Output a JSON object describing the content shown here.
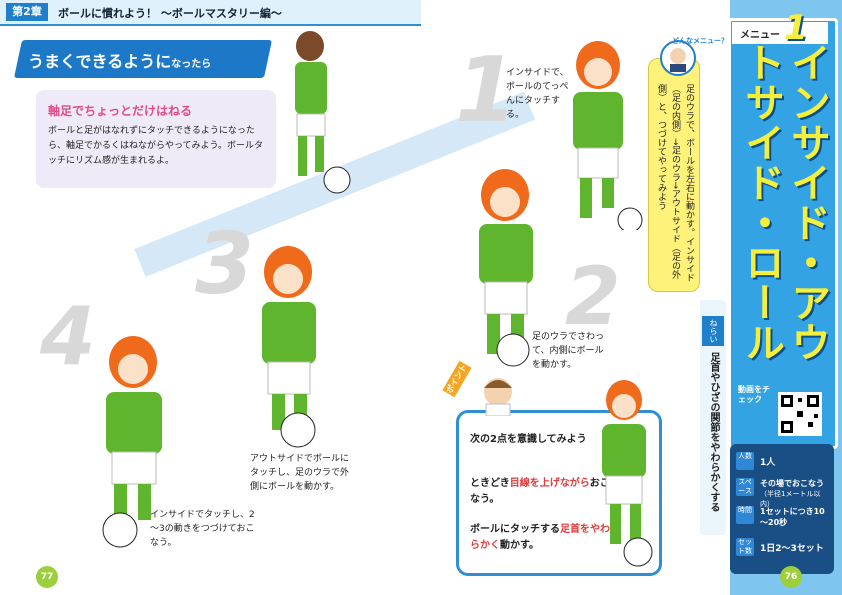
{
  "header": {
    "chapter": "第2章",
    "title": "ボールに慣れよう！ ～ボールマスタリー編～"
  },
  "ribbon": {
    "main": "うまくできるように",
    "small": "なったら"
  },
  "tip": {
    "heading": "軸足でちょっとだけはねる",
    "body": "ボールと足がはなれずにタッチできるようになったら、軸足でかるくはねながらやってみよう。ボールタッチにリズム感が生まれるよ。"
  },
  "steps": {
    "n1": "1",
    "n2": "2",
    "n3": "3",
    "n4": "4",
    "c1": "インサイドで、ボールのてっぺんにタッチする。",
    "c2": "足のウラでさわって、内側にボールを動かす。",
    "c3": "アウトサイドでボールにタッチし、足のウラで外側にボールを動かす。",
    "c4": "インサイドでタッチし、2～3の動きをつづけておこなう。"
  },
  "note": {
    "label": "どんなメニュー？",
    "text": "足のウラで、ボールを左右に動かす。インサイド（足の内側）→足のウラ→アウトサイド（足の外側）と、つづけてやってみよう"
  },
  "menu": {
    "label": "メニュー",
    "number": "1",
    "title": "インサイド・アウトサイド・ロール"
  },
  "aim": {
    "label": "ねらい",
    "text": "足首やひざの関節をやわらかくする"
  },
  "qr": {
    "label": "動画をチェック"
  },
  "point": {
    "tag": "ポイント",
    "line1": "次の2点を意識してみよう",
    "line2a": "ときどき",
    "line2b": "目線を上げながら",
    "line2c": "おこなう。",
    "line3a": "ボールにタッチする",
    "line3b": "足首をやわらかく",
    "line3c": "動かす。"
  },
  "info": {
    "people_icon": "人数",
    "people": "1人",
    "space_icon": "スペース",
    "space": "その場でおこなう",
    "space_sub": "（半径1メートル以内）",
    "time_icon": "時間",
    "time": "1セットにつき10～20秒",
    "sets_icon": "セット数",
    "sets": "1日2～3セット"
  },
  "pages": {
    "left": "77",
    "right": "76"
  },
  "colors": {
    "accent_blue": "#1f7fcb",
    "title_yellow": "#f5ef3b",
    "accent_red": "#e13b3b",
    "page_green": "#9ccf3c",
    "tip_pink": "#e34b8a"
  }
}
